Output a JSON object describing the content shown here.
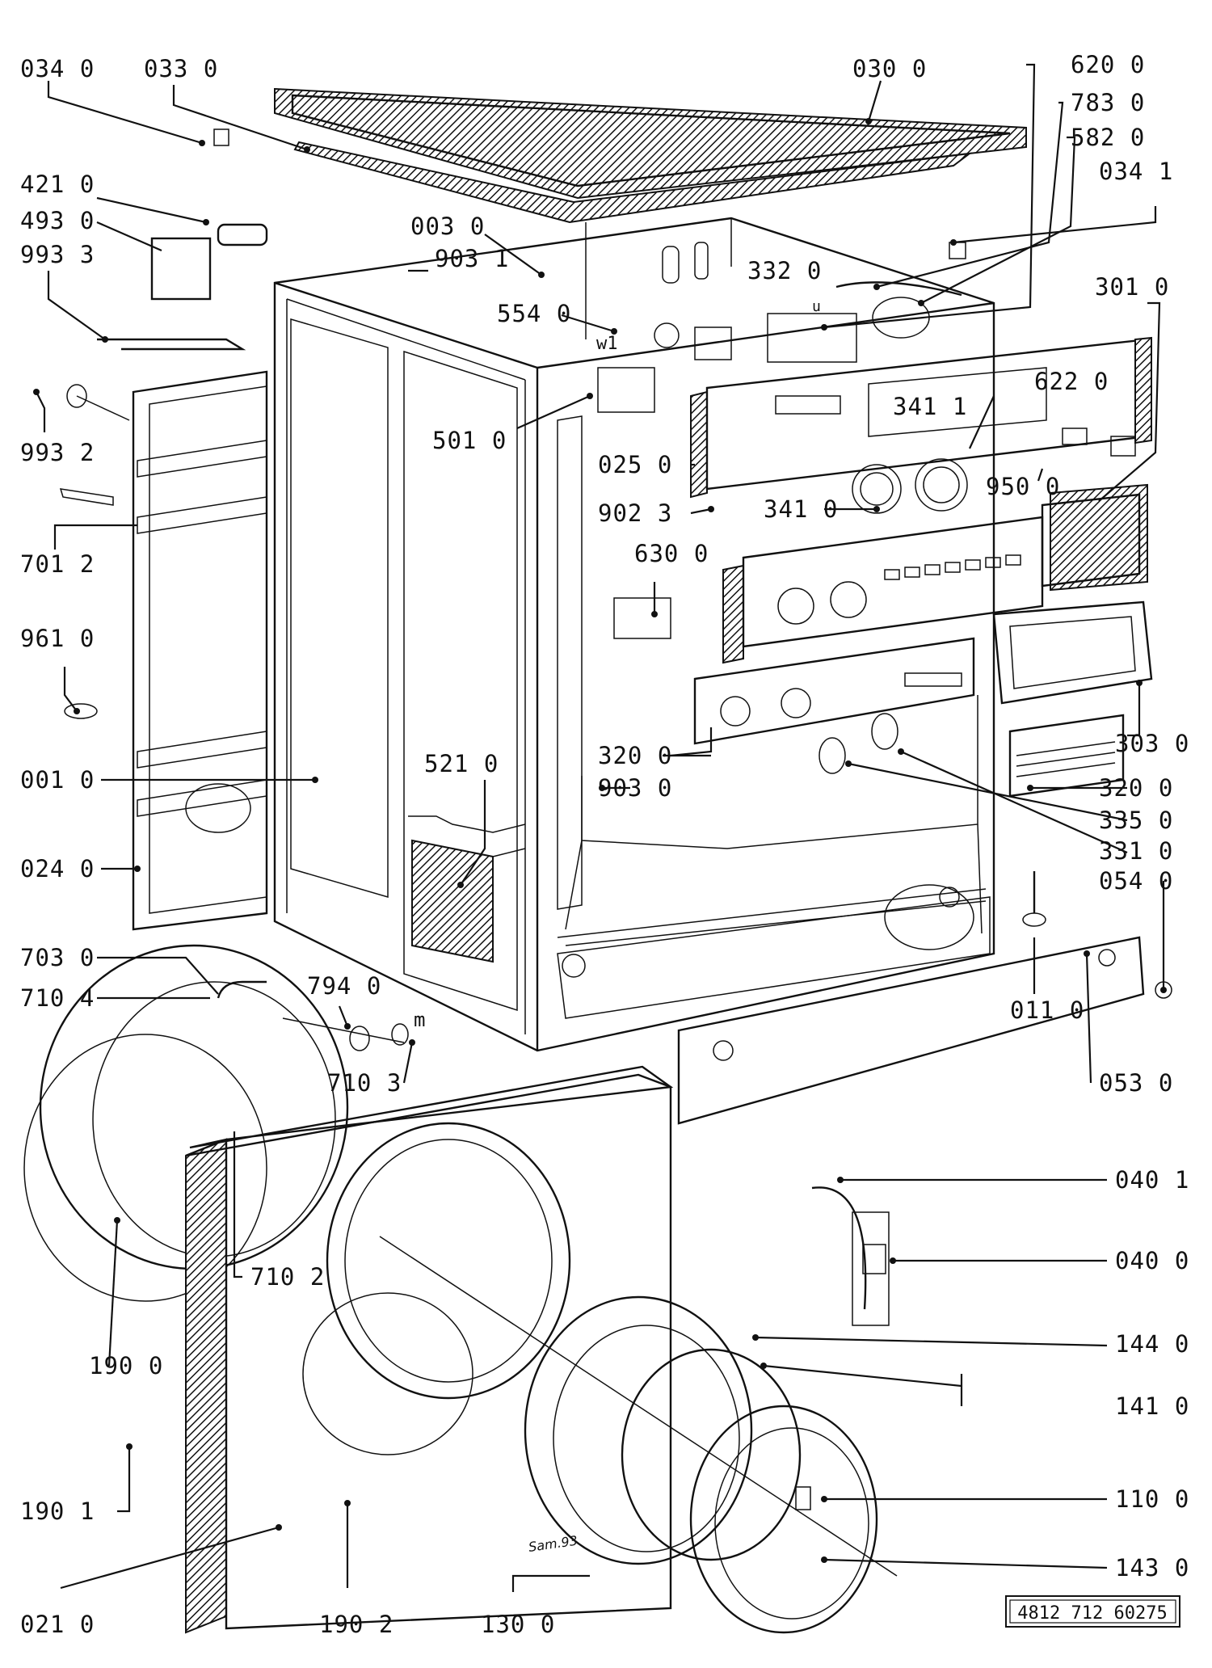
{
  "drawing_number": "4812 712 60275",
  "signature": "Sam.93",
  "marks": {
    "m": "m",
    "w1": "w1",
    "u": "u"
  },
  "labels": [
    {
      "text": "034  0"
    },
    {
      "text": "033  0"
    },
    {
      "text": "030  0"
    },
    {
      "text": "620  0"
    },
    {
      "text": "783  0"
    },
    {
      "text": "582  0"
    },
    {
      "text": "034  1"
    },
    {
      "text": "421  0"
    },
    {
      "text": "493  0"
    },
    {
      "text": "993  3"
    },
    {
      "text": "003  0"
    },
    {
      "text": "903 1"
    },
    {
      "text": "332  0"
    },
    {
      "text": "554 0"
    },
    {
      "text": "301  0"
    },
    {
      "text": "993  2"
    },
    {
      "text": "501  0"
    },
    {
      "text": "622  0"
    },
    {
      "text": "341  1"
    },
    {
      "text": "025  0"
    },
    {
      "text": "950  0"
    },
    {
      "text": "902  3"
    },
    {
      "text": "341  0"
    },
    {
      "text": "701  2"
    },
    {
      "text": "630  0"
    },
    {
      "text": "961  0"
    },
    {
      "text": "521  0"
    },
    {
      "text": "320  0"
    },
    {
      "text": "303  0"
    },
    {
      "text": "001  0"
    },
    {
      "text": "903  0"
    },
    {
      "text": "320  0"
    },
    {
      "text": "335  0"
    },
    {
      "text": "331  0"
    },
    {
      "text": "054  0"
    },
    {
      "text": "024  0"
    },
    {
      "text": "703  0"
    },
    {
      "text": "794  0"
    },
    {
      "text": "710  4"
    },
    {
      "text": "011  0"
    },
    {
      "text": "710  3"
    },
    {
      "text": "053  0"
    },
    {
      "text": "040  1"
    },
    {
      "text": "710  2"
    },
    {
      "text": "040  0"
    },
    {
      "text": "144  0"
    },
    {
      "text": "190  0"
    },
    {
      "text": "141  0"
    },
    {
      "text": "110  0"
    },
    {
      "text": "190  1"
    },
    {
      "text": "143  0"
    },
    {
      "text": "021  0"
    },
    {
      "text": "190  2"
    },
    {
      "text": "130  0"
    }
  ]
}
